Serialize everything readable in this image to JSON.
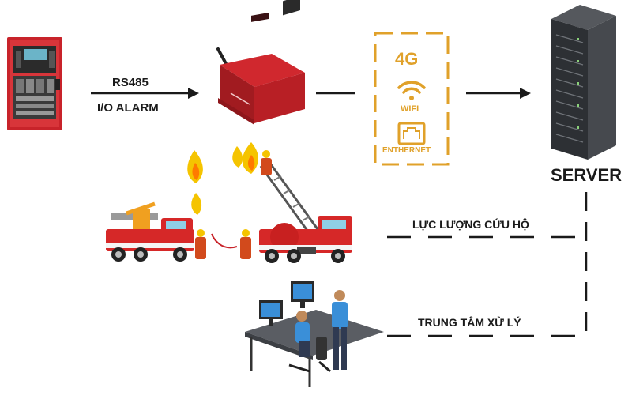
{
  "labels": {
    "rs485": "RS485",
    "io_alarm": "I/O ALARM",
    "server": "SERVER",
    "rescue": "LỰC LƯỢNG CỨU HỘ",
    "center": "TRUNG TÂM XỬ LÝ"
  },
  "network_box": {
    "item_4g": "4G",
    "item_wifi": "WIFI",
    "item_ethernet": "ENTHERNET"
  },
  "colors": {
    "panel_red": "#c8232a",
    "device_red": "#b81f25",
    "gold": "#e0a12a",
    "server_dark": "#3b3e43",
    "line": "#1a1a1a"
  }
}
